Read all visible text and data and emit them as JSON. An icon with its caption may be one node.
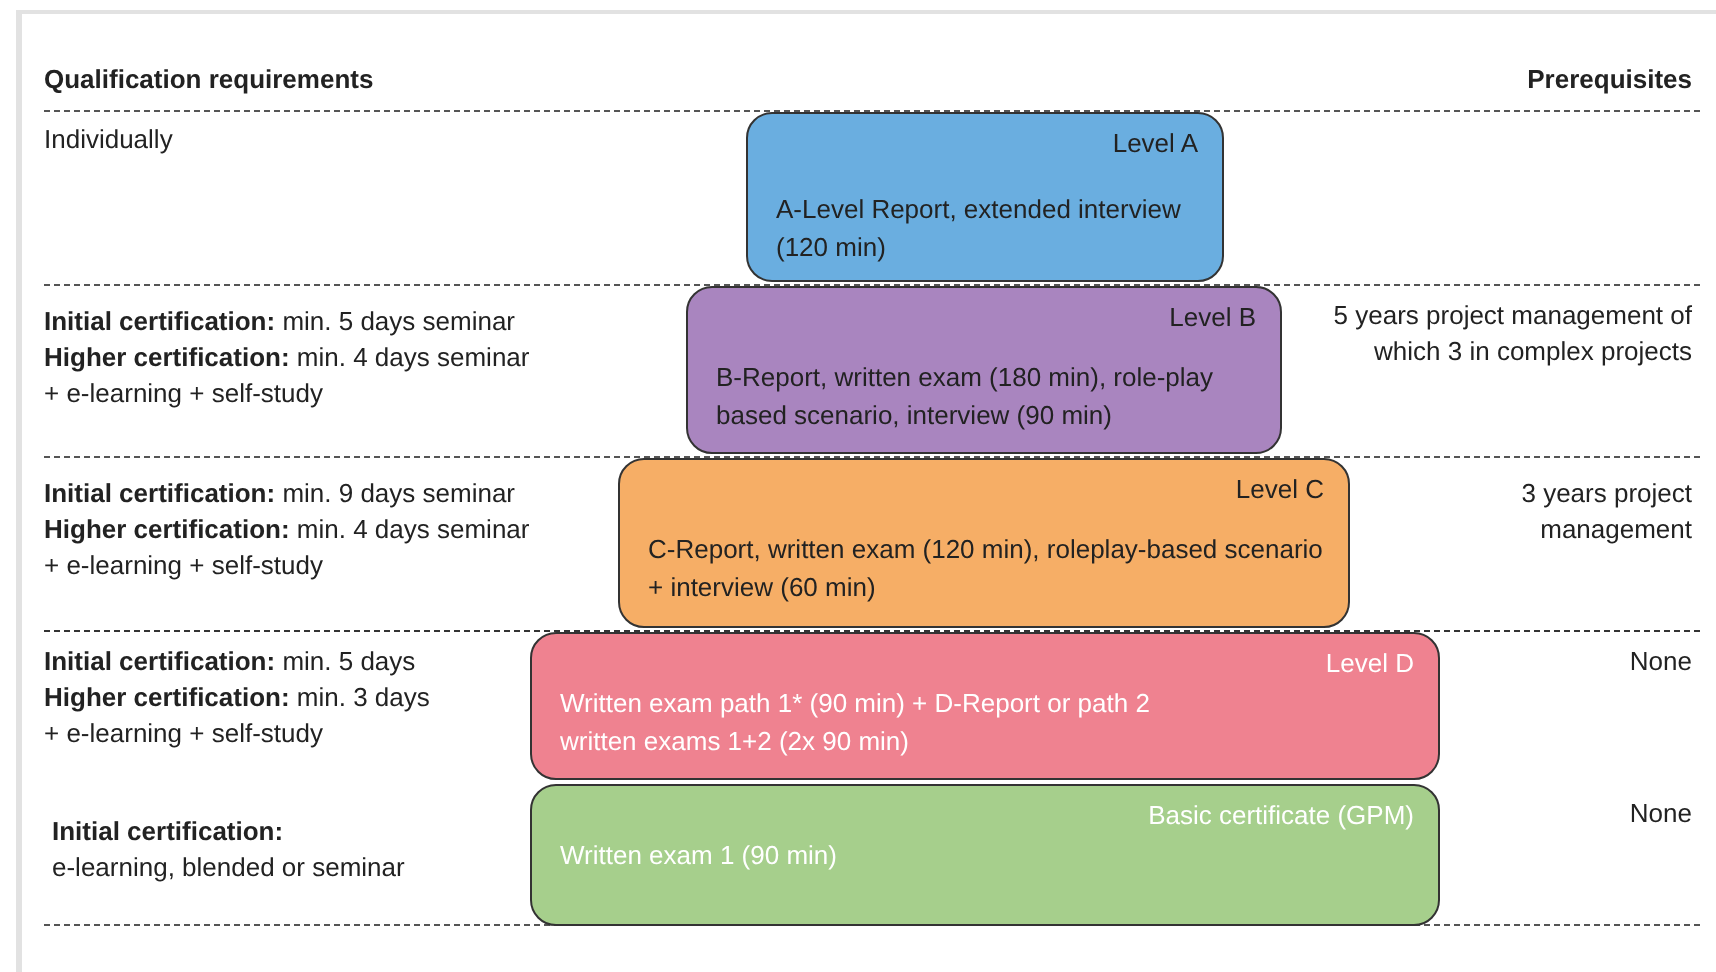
{
  "diagram": {
    "nodes": [
      {
        "text": [
          "Level A",
          "A-Level Report, extended interview (120 min)"
        ]
      },
      {
        "text": [
          "Level B",
          "B-Report, written exam (180 min), role-play based scenario, interview (90 min)"
        ]
      },
      {
        "text": [
          "Level C",
          "C-Report, written exam (120 min), roleplay-based scenario + interview (60 min)"
        ]
      },
      {
        "text": [
          "Level D",
          "Written exam path 1* (90 min) + D-Report or path 2 written exams 1+2 (2x 90 min)"
        ]
      },
      {
        "text": [
          "Basic certificate (GPM)",
          "Written exam 1 (90 min)"
        ]
      }
    ],
    "labels": [
      "Qualification requirements",
      "Prerequisites",
      "Individually",
      "**Initial certification:** min. 5 days seminar",
      "**Higher certification:** min. 4 days seminar",
      "+ e-learning + self-study",
      "5 years project management of which 3 in complex projects",
      "**Initial certification:** min. 9 days seminar",
      "**Higher certification:** min. 4 days seminar",
      "+ e-learning + self-study",
      "3 years project management",
      "**Initial certification:** min. 5 days",
      "**Higher certification:** min. 3 days",
      "+ e-learning + self-study",
      "None",
      "Initial certification:",
      "e-learning, blended or seminar",
      "None"
    ]
  }
}
